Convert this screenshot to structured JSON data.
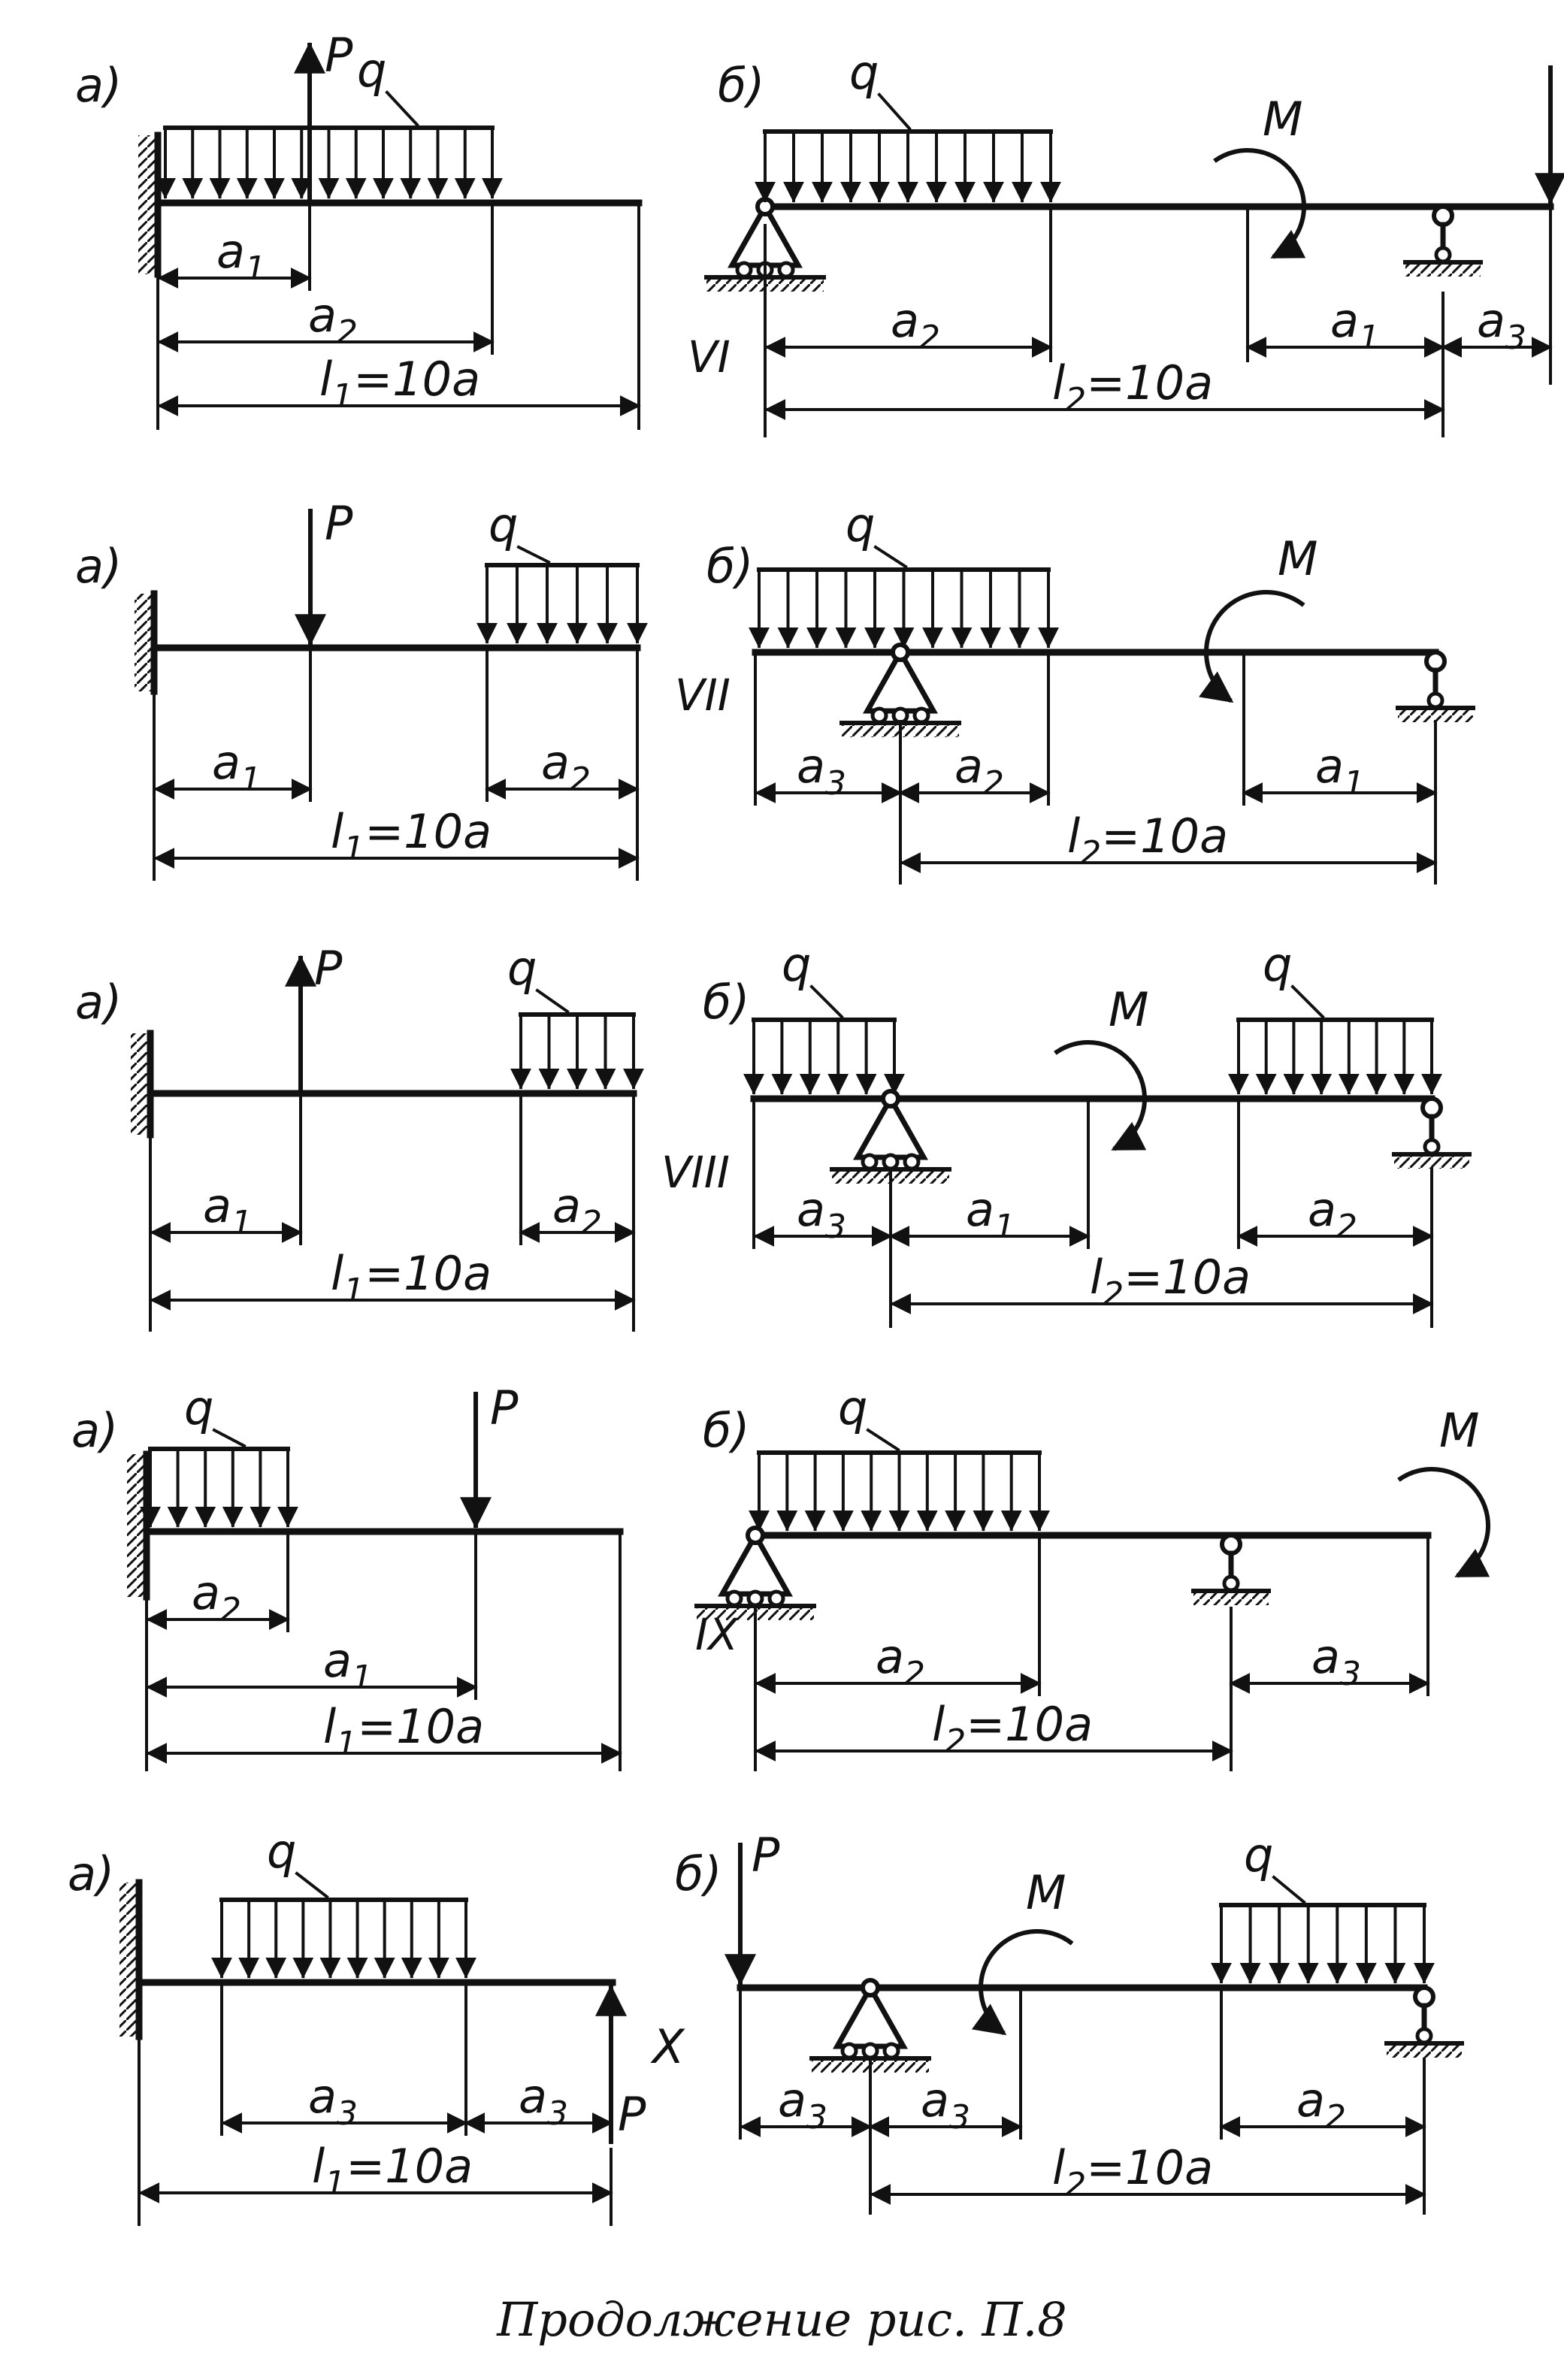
{
  "caption": "Продолжение рис. П.8",
  "rows": [
    {
      "roman": "VI",
      "a": {
        "panel_label": "а)",
        "loads": [
          {
            "type": "force",
            "label": "P",
            "direction": "up"
          },
          {
            "type": "distributed",
            "label": "q"
          }
        ],
        "dims": [
          {
            "name": "a",
            "sub": "1"
          },
          {
            "name": "a",
            "sub": "2"
          },
          {
            "name": "l",
            "sub": "1",
            "suffix": "=10a"
          }
        ]
      },
      "b": {
        "panel_label": "б)",
        "loads": [
          {
            "type": "distributed",
            "label": "q"
          },
          {
            "type": "moment",
            "label": "M"
          },
          {
            "type": "force",
            "direction": "down"
          }
        ],
        "dims": [
          {
            "name": "a",
            "sub": "2"
          },
          {
            "name": "a",
            "sub": "1"
          },
          {
            "name": "a",
            "sub": "3"
          },
          {
            "name": "l",
            "sub": "2",
            "suffix": "=10a"
          }
        ]
      }
    },
    {
      "roman": "VII",
      "a": {
        "panel_label": "а)",
        "loads": [
          {
            "type": "force",
            "label": "P",
            "direction": "down"
          },
          {
            "type": "distributed",
            "label": "q"
          }
        ],
        "dims": [
          {
            "name": "a",
            "sub": "1"
          },
          {
            "name": "a",
            "sub": "2"
          },
          {
            "name": "l",
            "sub": "1",
            "suffix": "=10a"
          }
        ]
      },
      "b": {
        "panel_label": "б)",
        "loads": [
          {
            "type": "distributed",
            "label": "q"
          },
          {
            "type": "moment",
            "label": "M"
          }
        ],
        "dims": [
          {
            "name": "a",
            "sub": "3"
          },
          {
            "name": "a",
            "sub": "2"
          },
          {
            "name": "a",
            "sub": "1"
          },
          {
            "name": "l",
            "sub": "2",
            "suffix": "=10a"
          }
        ]
      }
    },
    {
      "roman": "VIII",
      "a": {
        "panel_label": "а)",
        "loads": [
          {
            "type": "force",
            "label": "P",
            "direction": "up"
          },
          {
            "type": "distributed",
            "label": "q"
          }
        ],
        "dims": [
          {
            "name": "a",
            "sub": "1"
          },
          {
            "name": "a",
            "sub": "2"
          },
          {
            "name": "l",
            "sub": "1",
            "suffix": "=10a"
          }
        ]
      },
      "b": {
        "panel_label": "б)",
        "loads": [
          {
            "type": "distributed",
            "label": "q"
          },
          {
            "type": "moment",
            "label": "M"
          },
          {
            "type": "distributed",
            "label": "q"
          }
        ],
        "dims": [
          {
            "name": "a",
            "sub": "3"
          },
          {
            "name": "a",
            "sub": "1"
          },
          {
            "name": "a",
            "sub": "2"
          },
          {
            "name": "l",
            "sub": "2",
            "suffix": "=10a"
          }
        ]
      }
    },
    {
      "roman": "IX",
      "a": {
        "panel_label": "а)",
        "loads": [
          {
            "type": "distributed",
            "label": "q"
          },
          {
            "type": "force",
            "label": "P",
            "direction": "down"
          }
        ],
        "dims": [
          {
            "name": "a",
            "sub": "2"
          },
          {
            "name": "a",
            "sub": "1"
          },
          {
            "name": "l",
            "sub": "1",
            "suffix": "=10a"
          }
        ]
      },
      "b": {
        "panel_label": "б)",
        "loads": [
          {
            "type": "distributed",
            "label": "q"
          },
          {
            "type": "moment",
            "label": "M"
          }
        ],
        "dims": [
          {
            "name": "a",
            "sub": "2"
          },
          {
            "name": "a",
            "sub": "3"
          },
          {
            "name": "l",
            "sub": "2",
            "suffix": "=10a"
          }
        ]
      }
    },
    {
      "roman": "X",
      "a": {
        "panel_label": "а)",
        "loads": [
          {
            "type": "distributed",
            "label": "q"
          },
          {
            "type": "force",
            "label": "P",
            "direction": "up"
          }
        ],
        "dims": [
          {
            "name": "a",
            "sub": "3"
          },
          {
            "name": "a",
            "sub": "3"
          },
          {
            "name": "l",
            "sub": "1",
            "suffix": "=10a"
          }
        ]
      },
      "b": {
        "panel_label": "б)",
        "loads": [
          {
            "type": "force",
            "label": "P",
            "direction": "down"
          },
          {
            "type": "moment",
            "label": "M"
          },
          {
            "type": "distributed",
            "label": "q"
          }
        ],
        "dims": [
          {
            "name": "a",
            "sub": "3"
          },
          {
            "name": "a",
            "sub": "3"
          },
          {
            "name": "a",
            "sub": "2"
          },
          {
            "name": "l",
            "sub": "2",
            "suffix": "=10a"
          }
        ]
      }
    }
  ]
}
